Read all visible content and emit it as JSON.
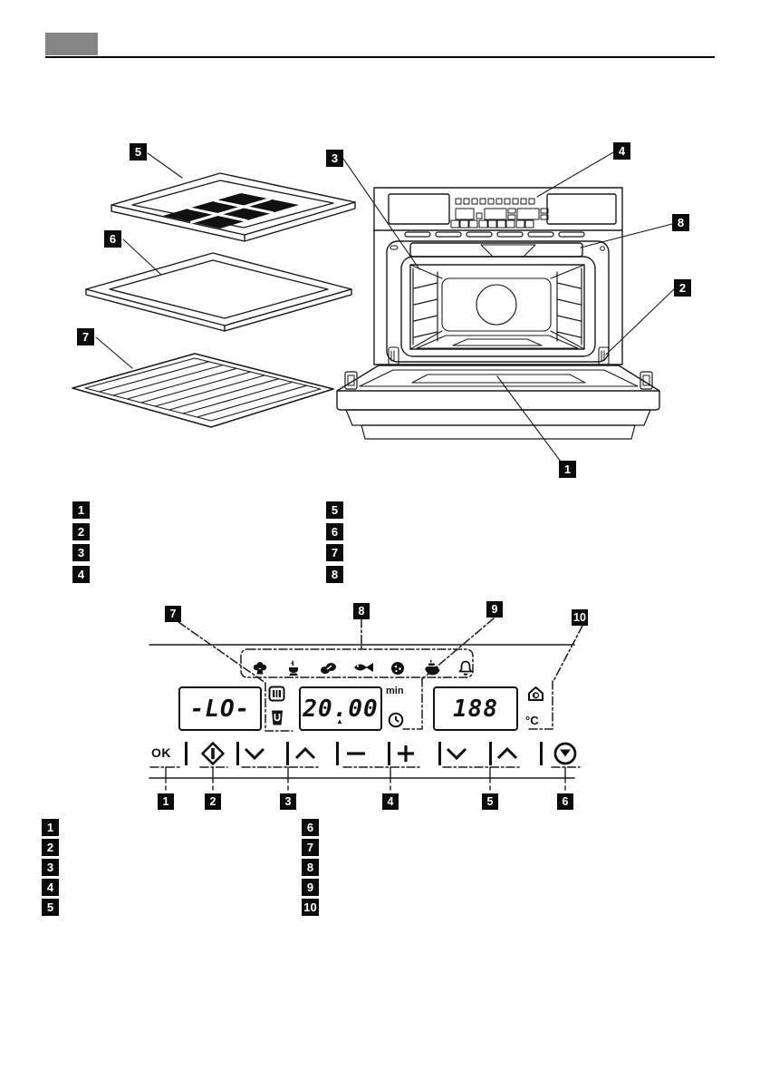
{
  "colors": {
    "ink": "#111111",
    "tab_gray": "#858585"
  },
  "oven_diagram": {
    "callout_door": "1",
    "callout_hinge": "2",
    "callout_shelf_rails": "3",
    "callout_control_panel": "4",
    "callout_crisp_plate": "5",
    "callout_glass_tray": "6",
    "callout_grill_rack": "7",
    "callout_grill_element": "8"
  },
  "legend_top": {
    "left": [
      "1",
      "2",
      "3",
      "4"
    ],
    "right": [
      "5",
      "6",
      "7",
      "8"
    ]
  },
  "control_panel": {
    "callouts_top": [
      "7",
      "8",
      "9",
      "10"
    ],
    "callouts_bottom": [
      "1",
      "2",
      "3",
      "4",
      "5",
      "6"
    ],
    "display_left": "-LO-",
    "display_middle": "20.00",
    "display_middle_marker": "▲",
    "display_right": "188",
    "min_label": "min",
    "celsius_label": "°C",
    "ok_label": "OK",
    "program_icons": [
      "vegetables-icon",
      "plate-warming-icon",
      "meat-icon",
      "fish-icon",
      "pizza-icon",
      "sauce-jug-icon",
      "bell-icon"
    ],
    "indicator_icons": [
      "grill-rack-icon",
      "cup-icon",
      "clock-icon",
      "house-program-icon"
    ],
    "buttons": [
      "ok",
      "start",
      "down",
      "up",
      "minus",
      "plus",
      "down",
      "up",
      "stop"
    ]
  },
  "legend_bottom": {
    "left": [
      "1",
      "2",
      "3",
      "4",
      "5"
    ],
    "right": [
      "6",
      "7",
      "8",
      "9",
      "10"
    ]
  }
}
